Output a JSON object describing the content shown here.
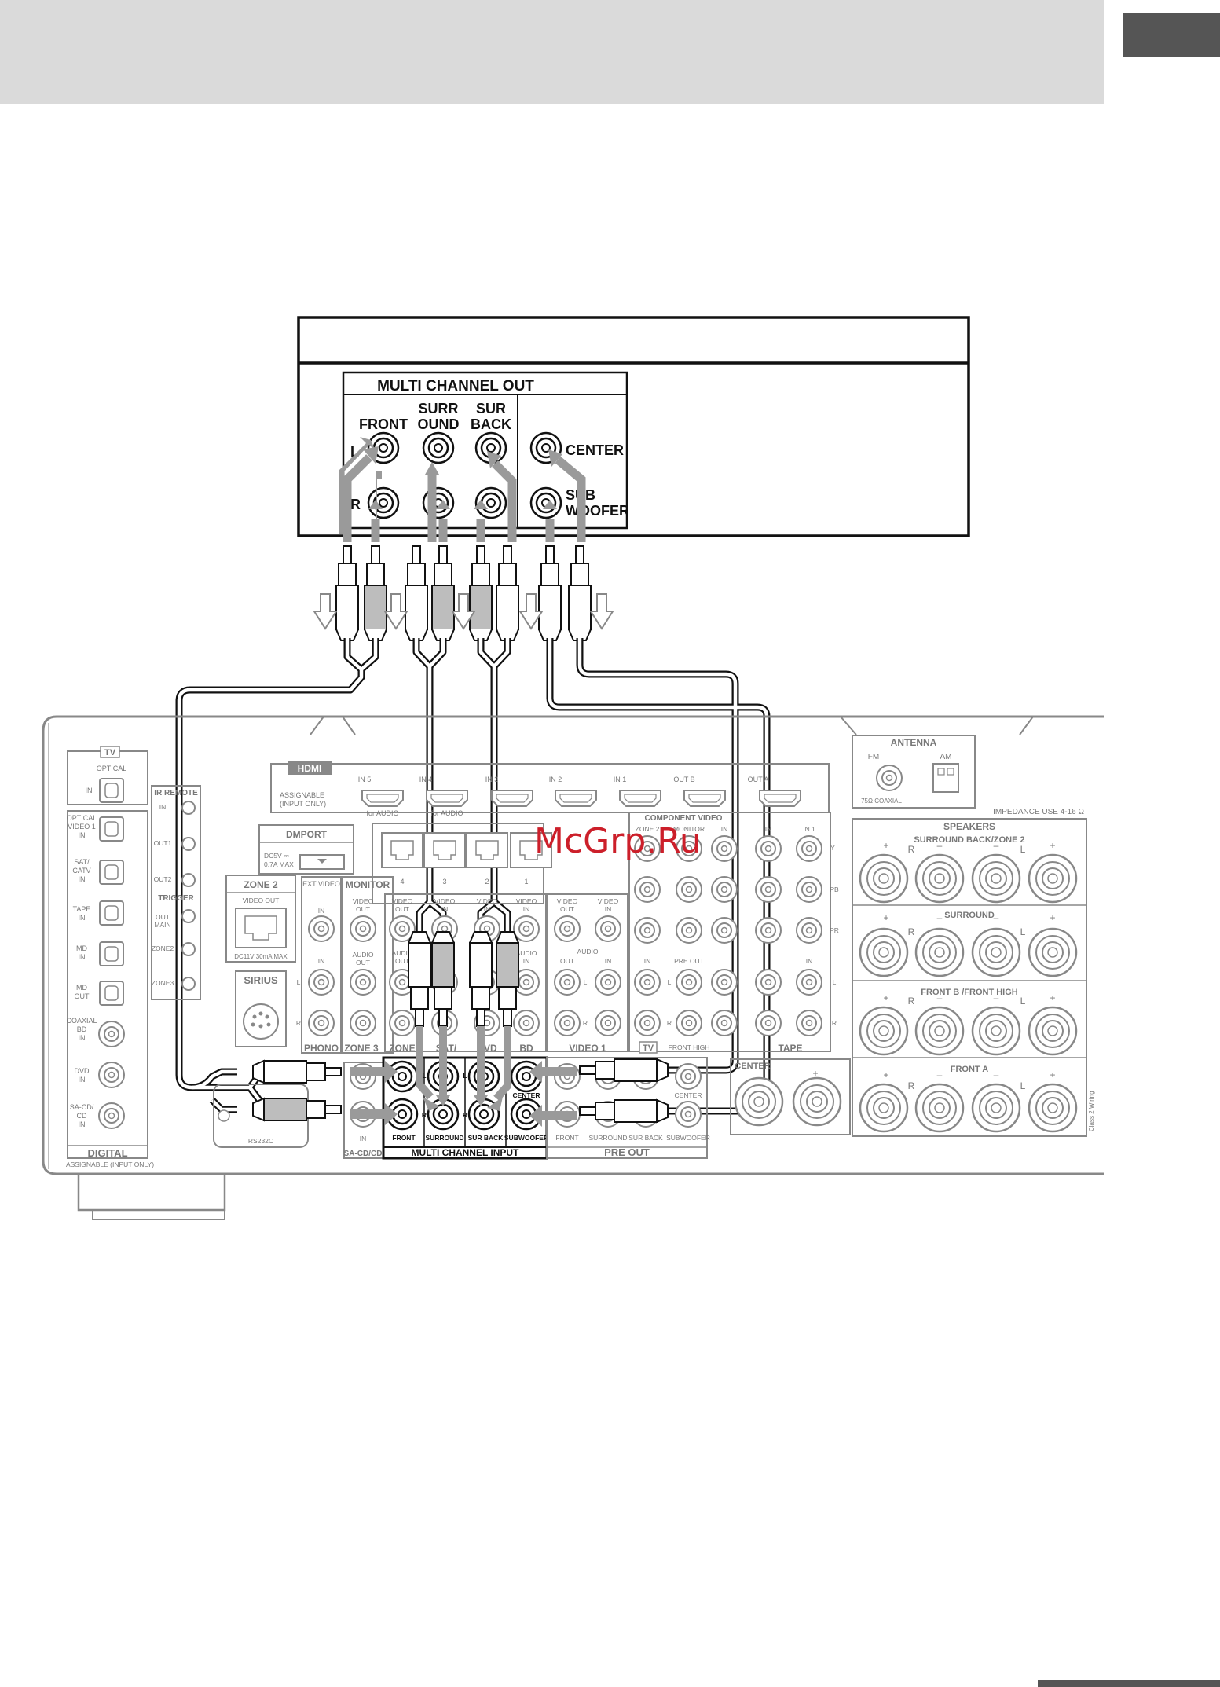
{
  "page": {
    "watermark": "McGrp.Ru"
  },
  "player": {
    "panel_title": "MULTI CHANNEL OUT",
    "groups": [
      {
        "label": "FRONT"
      },
      {
        "label": "SURR OUND"
      },
      {
        "label": "SUR BACK"
      }
    ],
    "row_labels": {
      "left": "L",
      "right": "R"
    },
    "center_label": "CENTER",
    "subwoofer_label": "SUB WOOFER"
  },
  "receiver": {
    "sections": {
      "tv": "TV",
      "optical": "OPTICAL",
      "in": "IN",
      "ir_remote": "IR REMOTE",
      "trigger": "TRIGGER",
      "hdmi": "HDMI",
      "assignable_input_only": "ASSIGNABLE (INPUT ONLY)",
      "hdmi_inputs": [
        "IN 5",
        "IN 4",
        "IN 3",
        "IN 2",
        "IN 1",
        "OUT B",
        "OUT A"
      ],
      "for_audio": "for AUDIO",
      "dmport": "DMPORT",
      "dmport_power": "DC5V 0.7A MAX",
      "zone2": "ZONE 2",
      "video_out": "VIDEO OUT",
      "zone2_power": "DC11V 30mA MAX",
      "sirius": "SIRIUS",
      "rs232c": "RS232C",
      "ext_video": "EXT VIDEO",
      "monitor": "MONITOR",
      "phono": "PHONO",
      "zone3": "ZONE 3",
      "video1": "VIDEO 1",
      "tape": "TAPE",
      "component_video": "COMPONENT VIDEO",
      "antenna": "ANTENNA",
      "fm": "FM",
      "am": "AM",
      "fm_coaxial": "75Ω COAXIAL",
      "impedance": "IMPEDANCE USE 4-16 Ω",
      "speakers": "SPEAKERS",
      "surround_back_zone2": "SURROUND BACK/ZONE 2",
      "surround": "SURROUND",
      "front_b_high": "FRONT B /FRONT HIGH",
      "front_a": "FRONT A",
      "center": "CENTER",
      "class2": "Class 2 Wiring",
      "digital": "DIGITAL",
      "digital_sub": "ASSIGNABLE (INPUT ONLY)",
      "pre_out": "PRE OUT",
      "sacd_cd": "SA-CD/CD",
      "sacd_cd_in": "IN"
    },
    "optical_inputs": [
      "OPTICAL VIDEO 1 IN",
      "SAT/ CATV IN",
      "TAPE IN",
      "MD IN",
      "MD OUT"
    ],
    "coaxial_inputs": [
      "COAXIAL BD IN",
      "DVD IN",
      "SA-CD/ CD IN"
    ],
    "multi_channel_input": {
      "title": "MULTI CHANNEL INPUT",
      "labels": [
        "FRONT",
        "SURROUND",
        "SUR BACK",
        "SUBWOOFER"
      ],
      "center_label": "CENTER",
      "row_labels": [
        "L",
        "R"
      ]
    },
    "pre_out_labels": [
      "FRONT",
      "SURROUND",
      "SUR BACK",
      "SUBWOOFER"
    ],
    "pre_out_center": "CENTER"
  }
}
